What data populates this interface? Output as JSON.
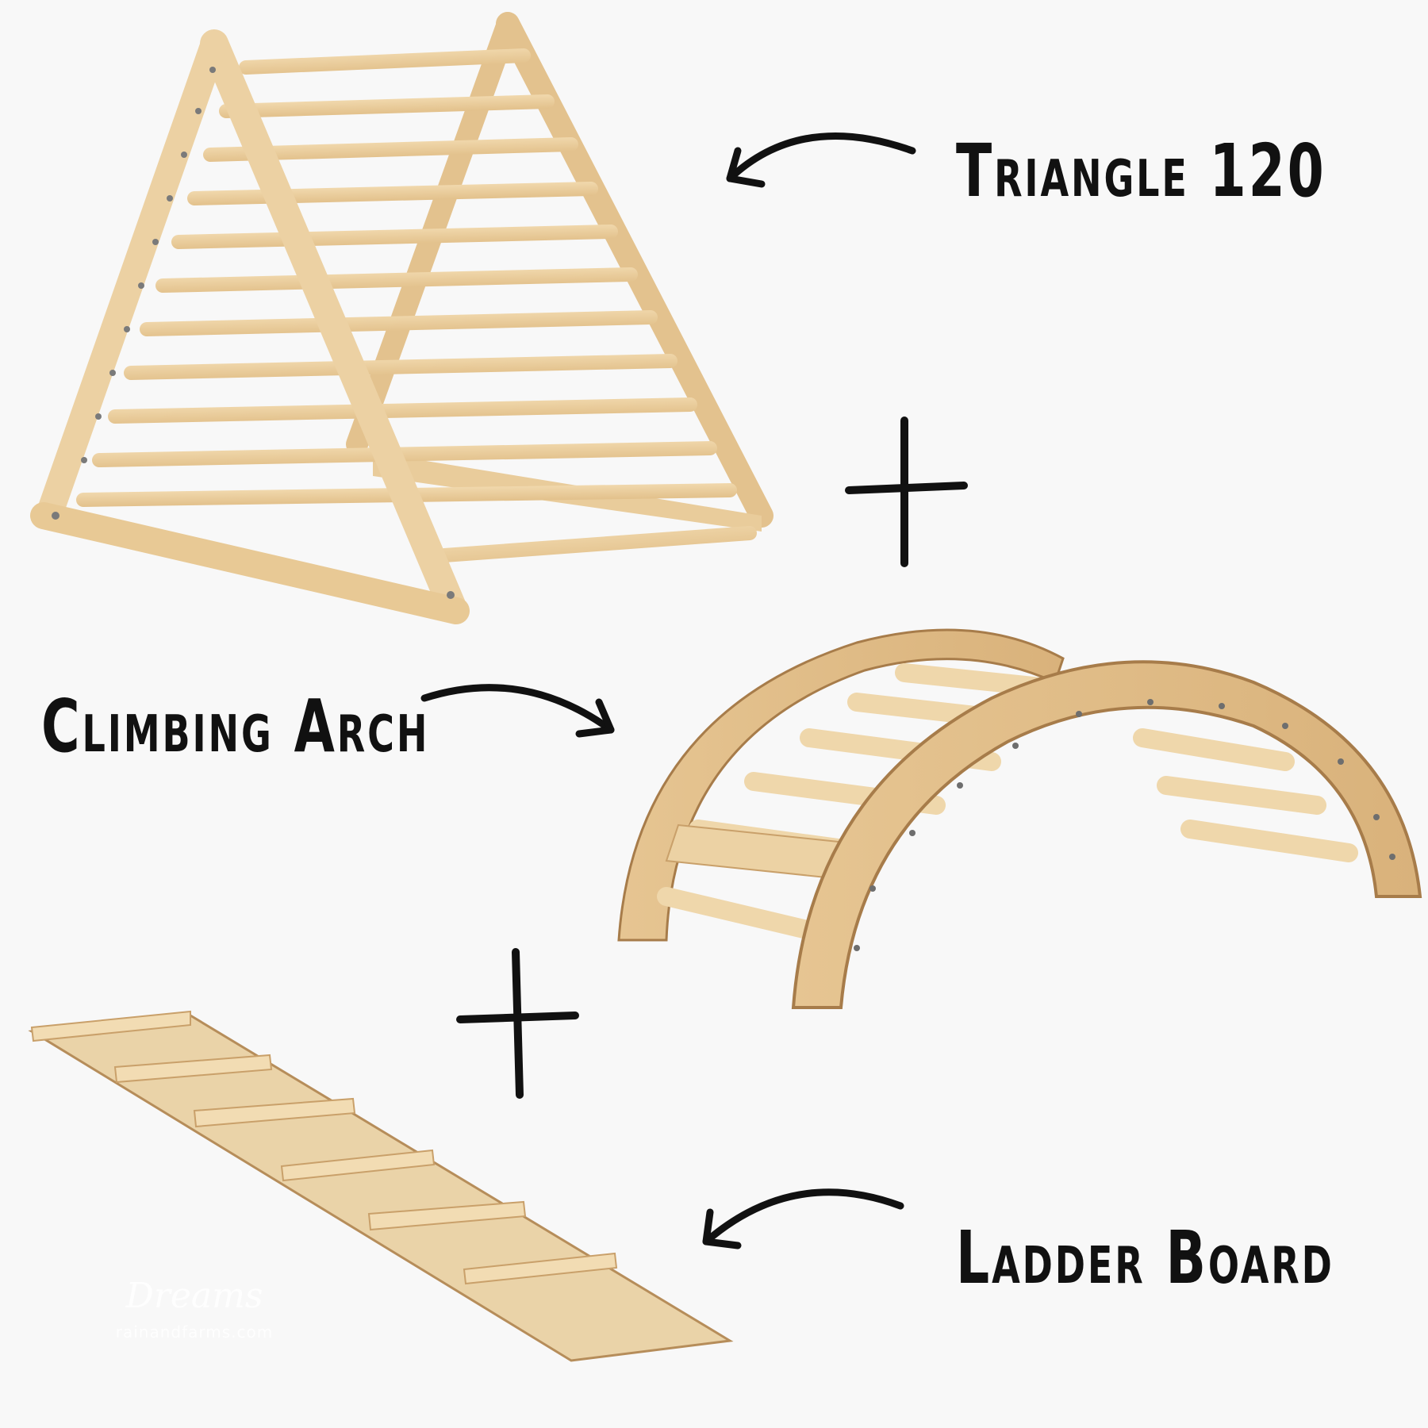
{
  "labels": {
    "triangle": "Triangle 120",
    "arch": "Climbing Arch",
    "ladder": "Ladder Board"
  },
  "watermark": {
    "brand": "Dreams",
    "url": "rainandfarms.com"
  },
  "colors": {
    "background": "#f8f8f8",
    "wood_light": "#f0d8ac",
    "wood_mid": "#e2c08a",
    "wood_dark": "#c9a06a",
    "ink": "#111111"
  }
}
